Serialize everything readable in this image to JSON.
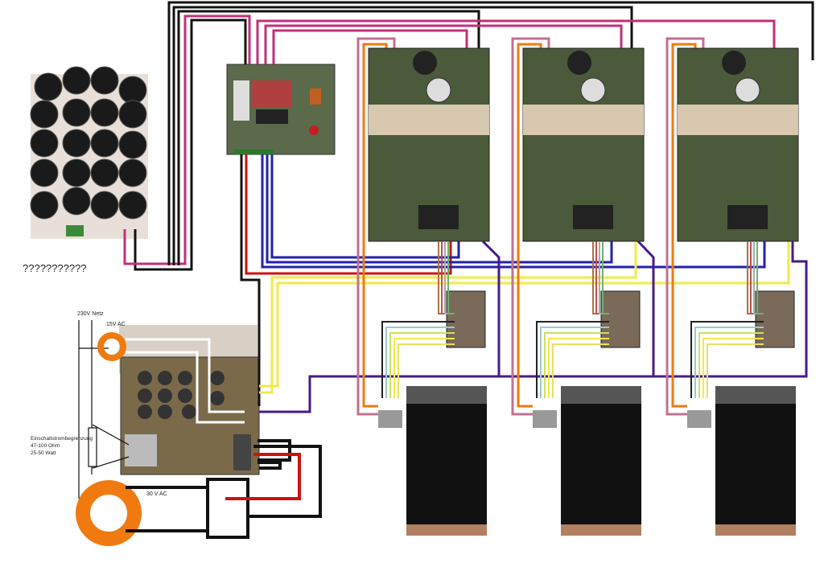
{
  "labels": {
    "unknown_source": "???????????",
    "mains": "230V Netz",
    "ac15": "15V AC",
    "inrush_title": "Einschaltstrombegrenzung",
    "inrush_resistance": "47-100 Ohm",
    "inrush_power": "25-50 Watt",
    "ac30": "30 V AC"
  },
  "colors": {
    "black": "#111111",
    "magenta": "#c0307a",
    "blue": "#2222aa",
    "purple": "#4a1a8a",
    "red": "#d01010",
    "yellow": "#f2ea4a",
    "orange": "#f07a10",
    "board": "#4a5a3a",
    "heatsink": "#d8c8b0"
  }
}
